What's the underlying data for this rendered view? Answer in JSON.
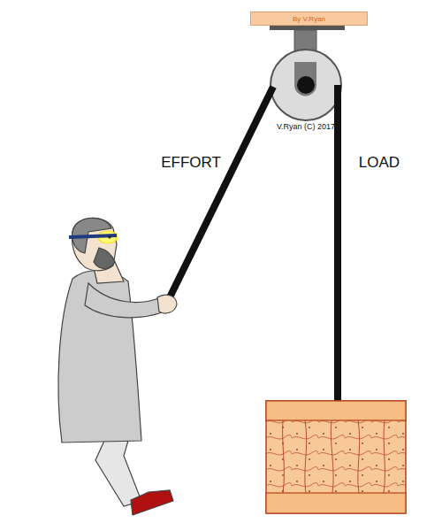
{
  "diagram": {
    "nodes": [
      {
        "text": [
          "By V.Ryan"
        ]
      }
    ],
    "labels": [
      "V.Ryan (C) 2017",
      "EFFORT",
      "LOAD"
    ]
  }
}
